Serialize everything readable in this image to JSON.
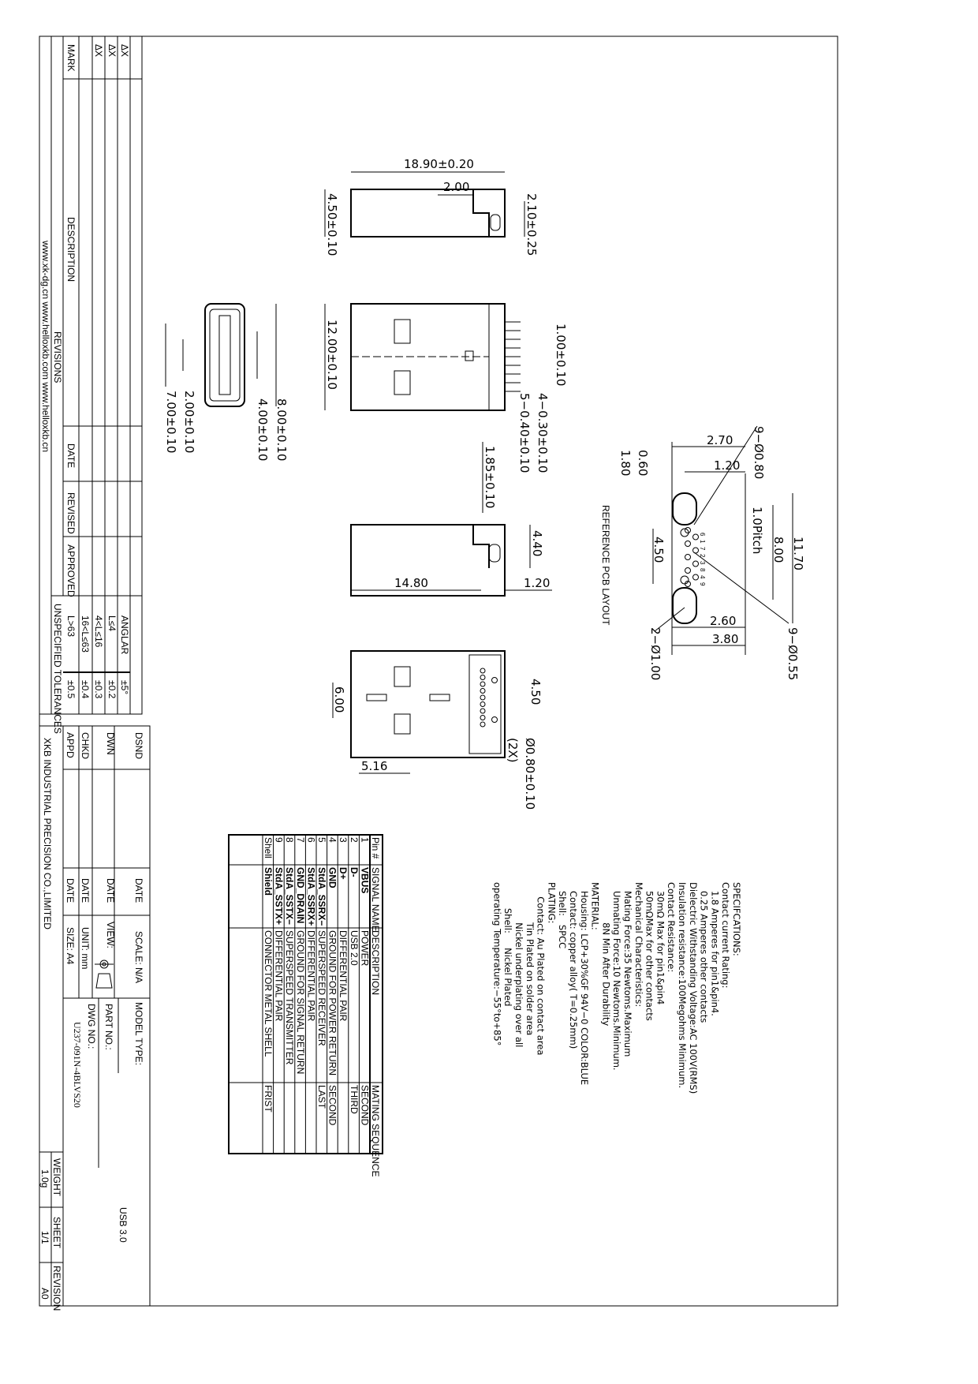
{
  "revision_block": {
    "delta_rows": [
      "ΔX",
      "ΔX",
      "ΔX"
    ],
    "headers": {
      "mark": "MARK",
      "description": "DESCRIPTION",
      "date": "DATE",
      "revised": "REVISED",
      "approved": "APPROVED"
    },
    "revisions_label": "REVISIONS",
    "websites": "www.xk-dg.cn    www.helloxkb.com    www.helloxkb.cn",
    "tolerances": {
      "title": "UNSPECIFIED TOLERANCES",
      "rows": [
        {
          "range": "ANGLAR",
          "value": "±5°"
        },
        {
          "range": "L≤4",
          "value": "±0.2"
        },
        {
          "range": "4<L≤16",
          "value": "±0.3"
        },
        {
          "range": "16<L≤63",
          "value": "±0.4"
        },
        {
          "range": "L>63",
          "value": "±0.5"
        }
      ]
    }
  },
  "title_block": {
    "dsnd": "DSND",
    "dwn": "DWN",
    "chkd": "CHKD",
    "appd": "APPD",
    "date": "DATE",
    "scale": "SCALE: N/A",
    "view": "VIEW:",
    "unit": "UNIT: mm",
    "size": "SIZE: A4",
    "model_type_label": "MODEL TYPE:",
    "model_type": "USB 3.0",
    "part_no_label": "PART NO.:",
    "dwg_no_label": "DWG NO.:",
    "dwg_no": "U237-091N-4BLVS20",
    "weight_label": "WEIGHT",
    "weight": "1.0g",
    "sheet_label": "SHEET",
    "sheet": "1/1",
    "revision_label": "REVISION",
    "revision": "A0",
    "company": "XKB INDUSTRIAL PRECISION CO.,LIMITED"
  },
  "dimensions": {
    "side_length": "18.90±0.20",
    "side_tab": "2.00",
    "side_height": "4.50±0.10",
    "side_tab_h": "2.10±0.25",
    "top_width": "12.00±0.10",
    "pin_pitch": "1.00±0.10",
    "pin_w4": "4−0.30±0.10",
    "pin_w5": "5−0.40±0.10",
    "tail": "1.85±0.10",
    "front_8": "8.00±0.10",
    "front_4": "4.00±0.10",
    "front_2": "2.00±0.10",
    "front_7": "7.00±0.10",
    "side2_h": "4.40",
    "side2_len": "14.80",
    "side2_tail": "1.20",
    "bot_6": "6.00",
    "bot_450": "4.50",
    "bot_hole": "Ø0.80±0.10",
    "bot_2x": "(2X)",
    "bot_516": "5.16"
  },
  "pcb_layout": {
    "title": "REFERENCE PCB LAYOUT",
    "holes_080": "9−Ø0.80",
    "d270": "2.70",
    "d120": "1.20",
    "d180": "1.80",
    "d060": "0.60",
    "pitch": "1.0Pitch",
    "d800": "8.00",
    "d1170": "11.70",
    "d450": "4.50",
    "d260": "2.60",
    "d380": "3.80",
    "holes_100": "2−Ø1.00",
    "holes_055": "9−Ø0.55",
    "pin_numbers": [
      "6",
      "1",
      "7",
      "2",
      "3",
      "8",
      "4",
      "9"
    ]
  },
  "specifications": [
    "SPECIFCATIONS:",
    "Contact current Rating:",
    "   1.8 Amperes for pin1&pin4.",
    "   0.25 Amperes other contacts",
    "Dielectric Withstanding Voltage:AC 100V(RMS)",
    "Insulation resistance:100Megohms Minimum.",
    "Contact Resistance:",
    "   30mΩ Max for pin1&pin4",
    "   50mΩMax for other contacts",
    "Mechanical Characteristics:",
    "   Mating Force:35 Newtoms.Maximum",
    "   Unmating Force:10 Newtoms.Minimum.",
    "              8N Min After Durability",
    "MATERIAL:",
    "   Housing: LCP+30%GF 94V−0 COLOR:BLUE",
    "   Contact: copper alloy( T=0.25mm)",
    "   Shell:   SPCC",
    "PLATING:",
    "     Contact: Au Plated on contact area",
    "              Tin Plated on solder area",
    "              Nickel underplating over all",
    "         Shell:     Nickel Plated",
    "operating Temperature:−55°to+85°"
  ],
  "pin_table": {
    "headers": [
      "Pin #",
      "SIGNAL NAME",
      "DESCRIPTION",
      "MATING SEQUENCE"
    ],
    "rows": [
      {
        "pin": "1",
        "signal": "VBUS",
        "description": "POWER",
        "mating": "SECOND"
      },
      {
        "pin": "2",
        "signal": "D-",
        "description": "USB 2.0",
        "mating": "THIRD"
      },
      {
        "pin": "3",
        "signal": "D+",
        "description": "DIFFERENTIAL PAIR",
        "mating": ""
      },
      {
        "pin": "4",
        "signal": "GND",
        "description": "GROUND FOR POWER RETURN",
        "mating": "SECOND"
      },
      {
        "pin": "5",
        "signal": "StdA_SSRX−",
        "description": "SUPERSPEED RECEIVER",
        "mating": "LAST"
      },
      {
        "pin": "6",
        "signal": "StdA_SSRX+",
        "description": "DIFFERENTIAL PAIR",
        "mating": ""
      },
      {
        "pin": "7",
        "signal": "GND_DRAIN",
        "description": "GROUND FOR SIGNAL RETURN",
        "mating": ""
      },
      {
        "pin": "8",
        "signal": "StdA_SSTX−",
        "description": "SUPERSPEED TRANSMITTER",
        "mating": ""
      },
      {
        "pin": "9",
        "signal": "StdA_SSTX+",
        "description": "DIFFERENTIAL PAIR",
        "mating": ""
      },
      {
        "pin": "Shell",
        "signal": "Shield",
        "description": "CONNECTOR METAL SHELL",
        "mating": "FRIST"
      }
    ]
  }
}
